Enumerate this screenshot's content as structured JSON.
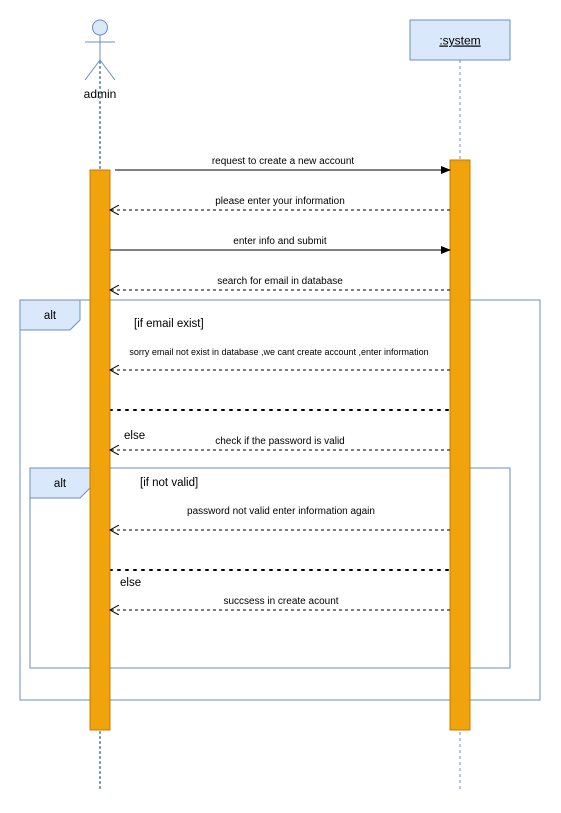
{
  "actor": {
    "name": "admin"
  },
  "system": {
    "name": ":system"
  },
  "messages": [
    {
      "label": "request to create  a new account",
      "kind": "sync"
    },
    {
      "label": "please enter your information",
      "kind": "reply"
    },
    {
      "label": "enter info and submit",
      "kind": "sync"
    },
    {
      "label": "search for email in database",
      "kind": "reply"
    },
    {
      "label": "sorry  email not exist in database ,we cant create account ,enter information",
      "kind": "reply"
    },
    {
      "label": "check if the password is valid",
      "kind": "reply"
    },
    {
      "label": "password not valid  enter information again",
      "kind": "reply"
    },
    {
      "label": "succsess in create acount",
      "kind": "reply"
    }
  ],
  "outer_alt": {
    "tag": "alt",
    "guard": "[if email exist]",
    "else_label": "else"
  },
  "inner_alt": {
    "tag": "alt",
    "guard": "[if not valid]",
    "else_label": "else"
  },
  "colors": {
    "activation_fill": "#f0a30a",
    "activation_stroke": "#c47b00",
    "system_box_fill": "#dae8fc",
    "system_box_stroke": "#6c8ebf",
    "frame_stroke": "#6c8ebf",
    "actor_fill": "#dae8fc",
    "actor_stroke": "#6c8ebf",
    "lifeline": "#6c8ebf"
  }
}
